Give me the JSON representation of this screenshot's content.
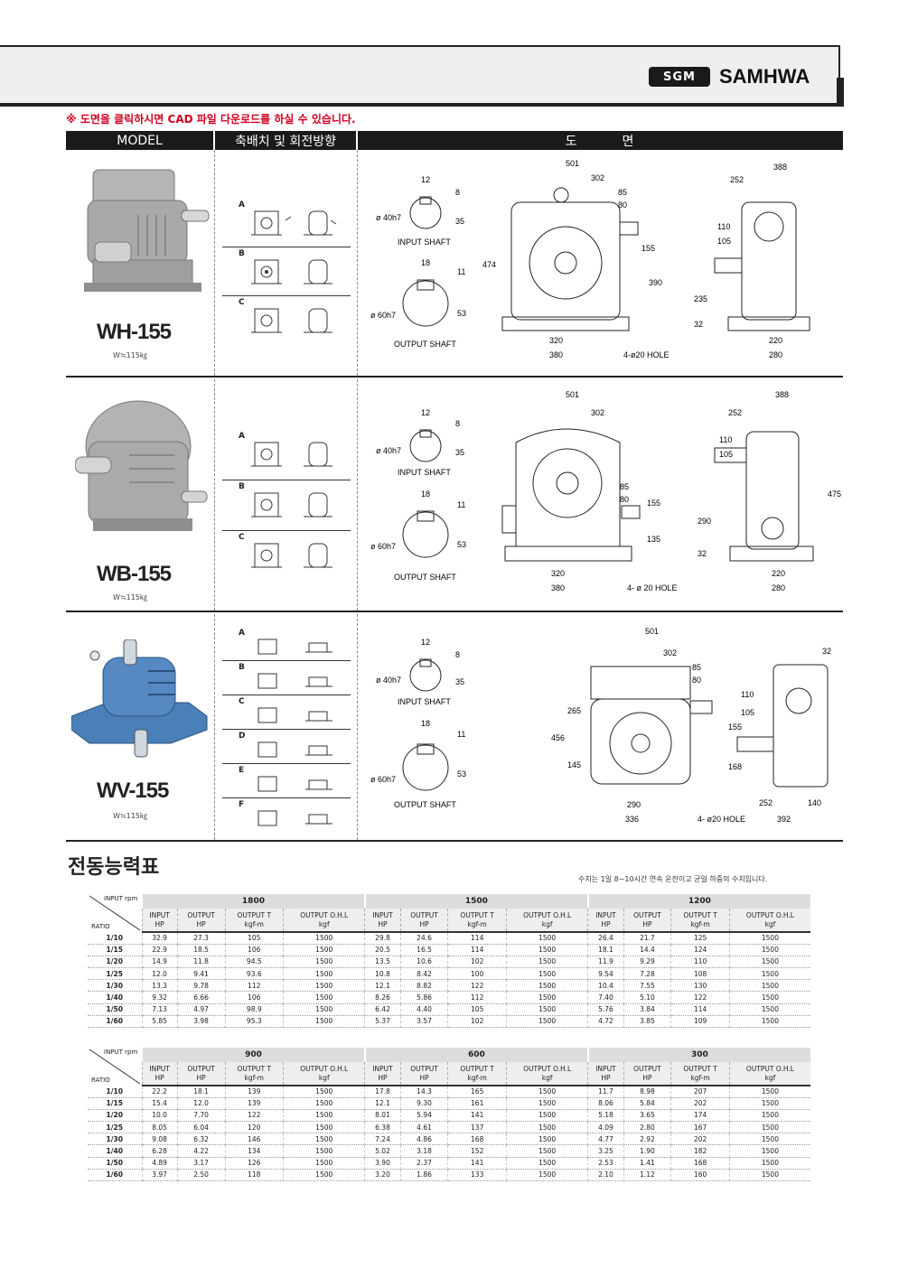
{
  "brand": {
    "mark": "SGM",
    "name": "SAMHWA"
  },
  "notice": "※ 도면을 클릭하시면 CAD 파일 다운로드를 하실 수 있습니다.",
  "table_header": {
    "model": "MODEL",
    "rotation": "축배치 및 회전방향",
    "drawing": "도　　　면"
  },
  "models": [
    {
      "name": "WH-155",
      "weight": "W≒115㎏",
      "rotations": [
        "A",
        "B",
        "C"
      ]
    },
    {
      "name": "WB-155",
      "weight": "W≒115㎏",
      "rotations": [
        "A",
        "B",
        "C"
      ]
    },
    {
      "name": "WV-155",
      "weight": "W≒115㎏",
      "rotations": [
        "A",
        "B",
        "C",
        "D",
        "E",
        "F"
      ]
    }
  ],
  "shaft_labels": {
    "input": "INPUT SHAFT",
    "output": "OUTPUT SHAFT",
    "input_dia": "ø 40h7",
    "output_dia": "ø 60h7",
    "input_key": "12",
    "input_depth": "8",
    "input_h": "35",
    "output_key": "18",
    "output_depth": "11",
    "output_h": "53"
  },
  "dims": {
    "wh": {
      "w501": "501",
      "w302": "302",
      "w85": "85",
      "w80": "80",
      "h155": "155",
      "h390": "390",
      "h474": "474",
      "b320": "320",
      "b380": "380",
      "hole": "4-ø20 HOLE",
      "s388": "388",
      "s252": "252",
      "s110": "110",
      "s105": "105",
      "s235": "235",
      "s32": "32",
      "s220": "220",
      "s280": "280"
    },
    "wb": {
      "w501": "501",
      "w302": "302",
      "w85": "85",
      "w80": "80",
      "h155": "155",
      "h135": "135",
      "b320": "320",
      "b380": "380",
      "hole": "4- ø 20 HOLE",
      "s388": "388",
      "s252": "252",
      "s110": "110",
      "s105": "105",
      "s475": "475",
      "s290": "290",
      "s32": "32",
      "s220": "220",
      "s280": "280"
    },
    "wv": {
      "w501": "501",
      "w302": "302",
      "w85": "85",
      "w80": "80",
      "h265": "265",
      "h456": "456",
      "h145": "145",
      "h155": "155",
      "h168": "168",
      "b290": "290",
      "b336": "336",
      "hole": "4- ø20 HOLE",
      "s32": "32",
      "s110": "110",
      "s105": "105",
      "s252": "252",
      "s140": "140",
      "s392": "392"
    }
  },
  "performance": {
    "title": "전동능력표",
    "note": "수치는 1일 8~10시간 연속 운전이고 균일 하중의 수치입니다.",
    "corner_input": "INPUT rpm",
    "corner_ratio": "RATIO",
    "subheaders": [
      [
        "INPUT",
        "HP"
      ],
      [
        "OUTPUT",
        "HP"
      ],
      [
        "OUTPUT T",
        "kgf-m"
      ],
      [
        "OUTPUT O.H.L",
        "kgf"
      ]
    ],
    "ratios": [
      "1/10",
      "1/15",
      "1/20",
      "1/25",
      "1/30",
      "1/40",
      "1/50",
      "1/60"
    ],
    "blocks": [
      {
        "rpms": [
          "1800",
          "1500",
          "1200"
        ],
        "rows": [
          [
            "32.9",
            "27.3",
            "105",
            "1500",
            "29.8",
            "24.6",
            "114",
            "1500",
            "26.4",
            "21.7",
            "125",
            "1500"
          ],
          [
            "22.9",
            "18.5",
            "106",
            "1500",
            "20.5",
            "16.5",
            "114",
            "1500",
            "18.1",
            "14.4",
            "124",
            "1500"
          ],
          [
            "14.9",
            "11.8",
            "94.5",
            "1500",
            "13.5",
            "10.6",
            "102",
            "1500",
            "11.9",
            "9.29",
            "110",
            "1500"
          ],
          [
            "12.0",
            "9.41",
            "93.6",
            "1500",
            "10.8",
            "8.42",
            "100",
            "1500",
            "9.54",
            "7.28",
            "108",
            "1500"
          ],
          [
            "13.3",
            "9.78",
            "112",
            "1500",
            "12.1",
            "8.82",
            "122",
            "1500",
            "10.4",
            "7.55",
            "130",
            "1500"
          ],
          [
            "9.32",
            "6.66",
            "106",
            "1500",
            "8.26",
            "5.86",
            "112",
            "1500",
            "7.40",
            "5.10",
            "122",
            "1500"
          ],
          [
            "7.13",
            "4.97",
            "98.9",
            "1500",
            "6.42",
            "4.40",
            "105",
            "1500",
            "5.76",
            "3.84",
            "114",
            "1500"
          ],
          [
            "5.85",
            "3.98",
            "95.3",
            "1500",
            "5.37",
            "3.57",
            "102",
            "1500",
            "4.72",
            "3.85",
            "109",
            "1500"
          ]
        ]
      },
      {
        "rpms": [
          "900",
          "600",
          "300"
        ],
        "rows": [
          [
            "22.2",
            "18.1",
            "139",
            "1500",
            "17.8",
            "14.3",
            "165",
            "1500",
            "11.7",
            "8.98",
            "207",
            "1500"
          ],
          [
            "15.4",
            "12.0",
            "139",
            "1500",
            "12.1",
            "9.30",
            "161",
            "1500",
            "8.06",
            "5.84",
            "202",
            "1500"
          ],
          [
            "10.0",
            "7.70",
            "122",
            "1500",
            "8.01",
            "5.94",
            "141",
            "1500",
            "5.18",
            "3.65",
            "174",
            "1500"
          ],
          [
            "8.05",
            "6.04",
            "120",
            "1500",
            "6.38",
            "4.61",
            "137",
            "1500",
            "4.09",
            "2.80",
            "167",
            "1500"
          ],
          [
            "9.08",
            "6.32",
            "146",
            "1500",
            "7.24",
            "4.86",
            "168",
            "1500",
            "4.77",
            "2.92",
            "202",
            "1500"
          ],
          [
            "6.28",
            "4.22",
            "134",
            "1500",
            "5.02",
            "3.18",
            "152",
            "1500",
            "3.25",
            "1.90",
            "182",
            "1500"
          ],
          [
            "4.89",
            "3.17",
            "126",
            "1500",
            "3.90",
            "2.37",
            "141",
            "1500",
            "2.53",
            "1.41",
            "168",
            "1500"
          ],
          [
            "3.97",
            "2.50",
            "118",
            "1500",
            "3.20",
            "1.86",
            "133",
            "1500",
            "2.10",
            "1.12",
            "160",
            "1500"
          ]
        ]
      }
    ]
  },
  "colors": {
    "header_bg": "#1a1a1a",
    "notice": "#d1001f",
    "gear_gray": "#a9a9a9",
    "gear_blue": "#4a7fb8"
  }
}
